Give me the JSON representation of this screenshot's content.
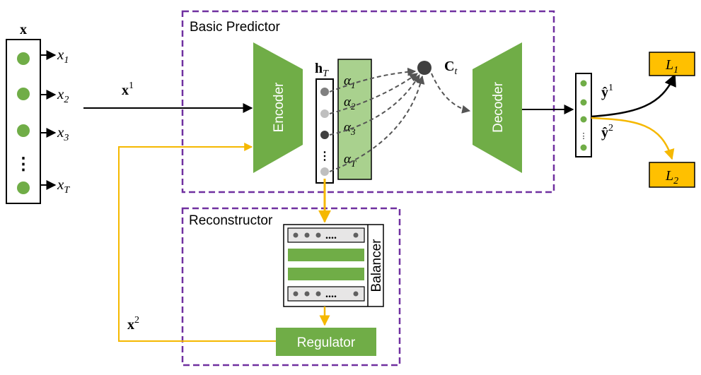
{
  "colors": {
    "green": "#70ad47",
    "light_green": "#a9d18e",
    "purple": "#7030a0",
    "orange": "#f5b800",
    "dark_dot": "#404040",
    "gray_dot": "#a6a6a6",
    "arrow_dark": "#555555"
  },
  "input": {
    "vector_label": "x",
    "elements": [
      {
        "sym": "x",
        "sub": "1"
      },
      {
        "sym": "x",
        "sub": "2"
      },
      {
        "sym": "x",
        "sub": "3"
      },
      {
        "sym": "x",
        "sub": "T"
      }
    ],
    "ellipsis": "⋮"
  },
  "signals": {
    "x1": {
      "sym": "x",
      "sup": "1"
    },
    "x2": {
      "sym": "x",
      "sup": "2"
    }
  },
  "basic_predictor": {
    "title": "Basic Predictor",
    "encoder_label": "Encoder",
    "decoder_label": "Decoder",
    "hidden": {
      "sym": "h",
      "sub": "T"
    },
    "context": {
      "sym": "C",
      "sub": "t"
    },
    "attention": [
      {
        "sym": "α",
        "sub": "1"
      },
      {
        "sym": "α",
        "sub": "2"
      },
      {
        "sym": "α",
        "sub": "3"
      },
      {
        "sym": "α",
        "sub": "T"
      }
    ],
    "hidden_ellipsis": "⋮",
    "output_ellipsis": "⋮"
  },
  "outputs": {
    "y1": {
      "sym": "ŷ",
      "sup": "1"
    },
    "y2": {
      "sym": "ŷ",
      "sup": "2"
    }
  },
  "losses": {
    "l1": {
      "sym": "L",
      "sub": "1"
    },
    "l2": {
      "sym": "L",
      "sub": "2"
    }
  },
  "reconstructor": {
    "title": "Reconstructor",
    "balancer_label": "Balancer",
    "regulator_label": "Regulator",
    "row_ellipsis": "...."
  }
}
